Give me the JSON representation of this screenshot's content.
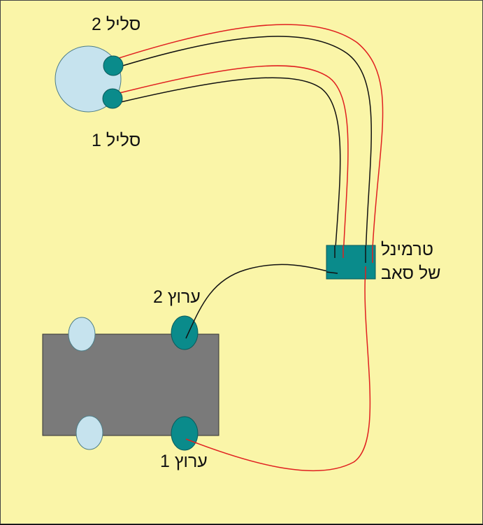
{
  "labels": {
    "coil_2": "סליל 2",
    "coil_1": "סליל 1",
    "channel_2": "ערוץ 2",
    "channel_1": "ערוץ 1",
    "sub_terminal_line1": "טרמינל",
    "sub_terminal_line2": "של סאב"
  },
  "colors": {
    "background": "#faf5a8",
    "speaker": "#c6e3ee",
    "terminal": "#0a8b8b",
    "amplifier_body": "#7a7a7a",
    "wire_red": "#e02020",
    "wire_black": "#111111"
  }
}
